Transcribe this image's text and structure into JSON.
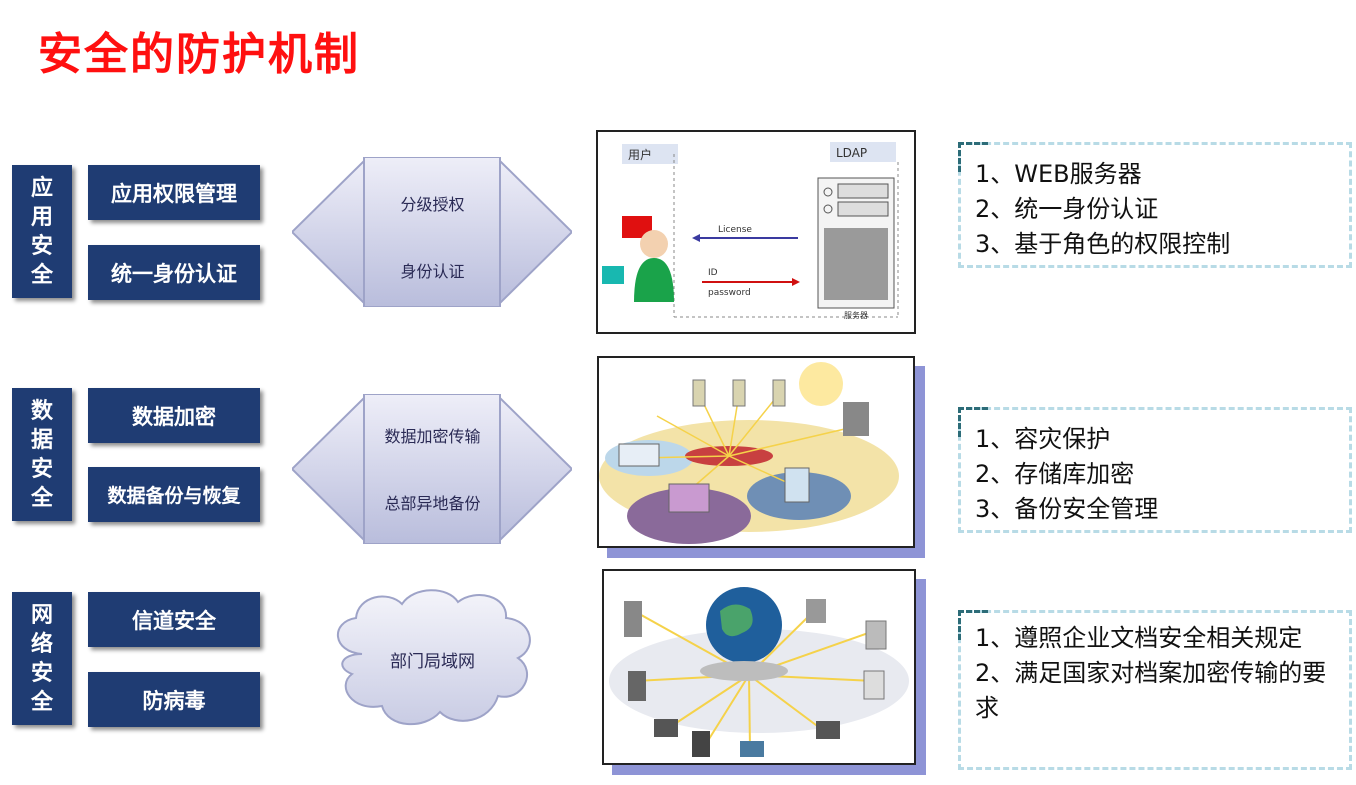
{
  "title": "安全的防护机制",
  "sections": [
    {
      "category": "应用安全",
      "items": [
        "应用权限管理",
        "统一身份认证"
      ],
      "arrow_labels": [
        "分级授权",
        "身份认证"
      ],
      "panel": {
        "user_label": "用户",
        "ldap_label": "LDAP",
        "license": "License",
        "id": "ID",
        "password": "password",
        "server": "服务器"
      },
      "notes": [
        "1、WEB服务器",
        "2、统一身份认证",
        "3、基于角色的权限控制"
      ]
    },
    {
      "category": "数据安全",
      "items": [
        "数据加密",
        "数据备份与恢复"
      ],
      "arrow_labels": [
        "数据加密传输",
        "总部异地备份"
      ],
      "notes": [
        "1、容灾保护",
        "2、存储库加密",
        "3、备份安全管理"
      ]
    },
    {
      "category": "网络安全",
      "items": [
        "信道安全",
        "防病毒"
      ],
      "cloud_label": "部门局域网",
      "notes": [
        "1、遵照企业文档安全相关规定",
        "2、满足国家对档案加密传输的要求"
      ]
    }
  ],
  "colors": {
    "title": "#ff1010",
    "box": "#1f3c73",
    "shadow": "#8e94d6",
    "notes_border": "#b8dbe6"
  }
}
